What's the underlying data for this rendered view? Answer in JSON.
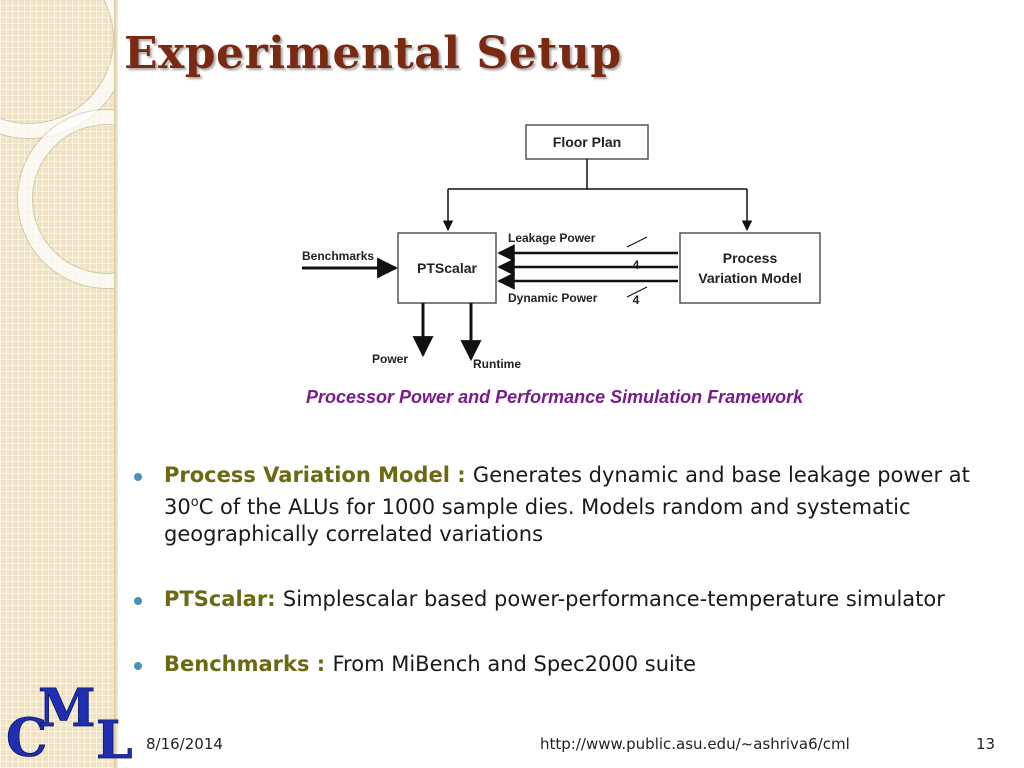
{
  "slide": {
    "title": "Experimental Setup"
  },
  "diagram": {
    "boxes": {
      "floor_plan": "Floor Plan",
      "ptscalar": "PTScalar",
      "pvm_line1": "Process",
      "pvm_line2": "Variation Model"
    },
    "arrows": {
      "benchmarks": "Benchmarks",
      "leakage_power": "Leakage Power",
      "dynamic_power": "Dynamic Power",
      "leakage_width": "4",
      "dynamic_width": "4",
      "power": "Power",
      "runtime": "Runtime"
    },
    "caption": "Processor Power and Performance Simulation Framework"
  },
  "bullets": [
    {
      "term": "Process Variation Model : ",
      "text_before_sup": "Generates dynamic and base leakage power at 30",
      "sup": "o",
      "text_after_sup": "C of the ALUs for 1000 sample dies. Models random and systematic geographically correlated variations"
    },
    {
      "term": "PTScalar: ",
      "text": "Simplescalar based power-performance-temperature simulator"
    },
    {
      "term": "Benchmarks : ",
      "text": "From MiBench and Spec2000 suite"
    }
  ],
  "logo": {
    "c": "C",
    "m": "M",
    "l": "L"
  },
  "footer": {
    "date": "8/16/2014",
    "url": "http://www.public.asu.edu/~ashriva6/cml",
    "page": "13"
  },
  "colors": {
    "title": "#7a2a12",
    "caption": "#7a1a8c",
    "term": "#6b6a12",
    "bullet": "#4a90b8",
    "logo": "#1f2fb0"
  }
}
